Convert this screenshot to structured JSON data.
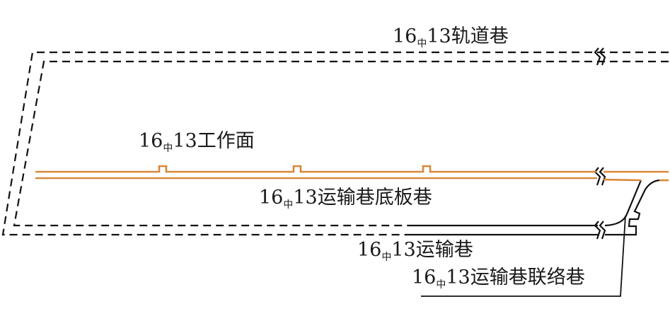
{
  "labels": {
    "track_roadway": {
      "pre": "16",
      "sub": "中",
      "post": "13轨道巷"
    },
    "working_face": {
      "pre": "16",
      "sub": "中",
      "post": "13工作面"
    },
    "floor_roadway": {
      "pre": "16",
      "sub": "中",
      "post": "13运输巷底板巷"
    },
    "transport_roadway": {
      "pre": "16",
      "sub": "中",
      "post": "13运输巷"
    },
    "connection_roadway": {
      "pre": "16",
      "sub": "中",
      "post": "13运输巷联络巷"
    }
  },
  "colors": {
    "floor_roadway": "#d9883a",
    "roadway": "#111111"
  }
}
